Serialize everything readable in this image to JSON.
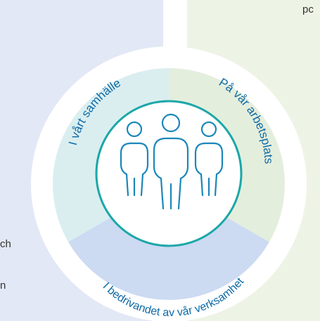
{
  "segments": {
    "left": {
      "label": "I vårt samhälle"
    },
    "right": {
      "label": "På vår arbetsplats"
    },
    "bottom": {
      "label": "I bedrivandet av vår verksamhet"
    }
  },
  "center": {
    "icon": "people-group-icon"
  },
  "background_text": {
    "top_right": "pc",
    "bottom_left_1": "ch",
    "bottom_left_2": "n"
  },
  "colors": {
    "segment_left": "#daeef0",
    "segment_right": "#e4eedd",
    "segment_bottom": "#ccdaf2",
    "label_text": "#0f6ba6",
    "center_ring": "#1ba7a8",
    "people_stroke": "#1b87ba",
    "panel_left": "#e3e8f6",
    "panel_right": "#edf4e6"
  }
}
